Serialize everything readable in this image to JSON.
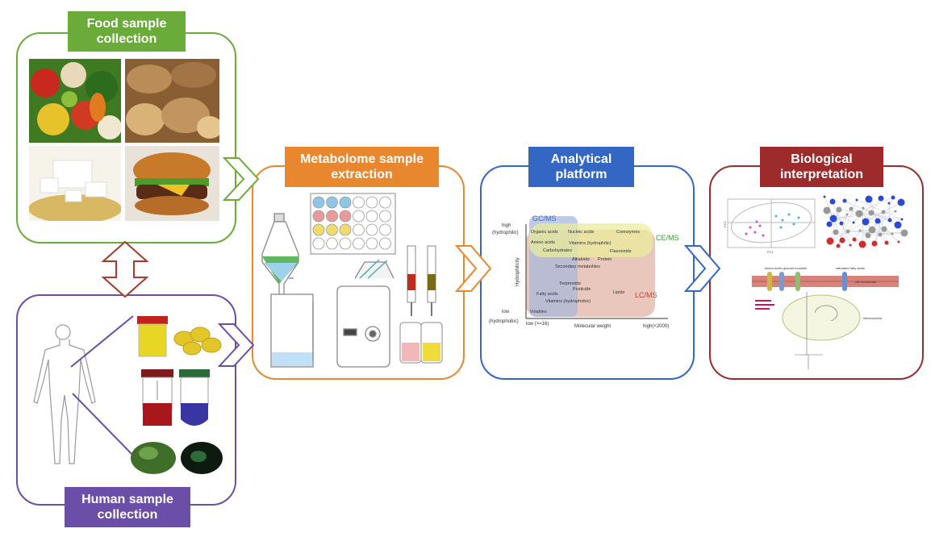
{
  "panels": {
    "food": {
      "title_line1": "Food sample",
      "title_line2": "collection",
      "color": "#6aab3a"
    },
    "human": {
      "title_line1": "Human sample",
      "title_line2": "collection",
      "color": "#6a4ea8"
    },
    "extraction": {
      "title_line1": "Metabolome sample",
      "title_line2": "extraction",
      "color": "#e9872f"
    },
    "analytical": {
      "title_line1": "Analytical",
      "title_line2": "platform",
      "color": "#3467c4"
    },
    "biological": {
      "title_line1": "Biological",
      "title_line2": "interpretation",
      "color": "#9e2b2b"
    }
  },
  "plot": {
    "y_high": "high",
    "y_high_sub": "(hydrophilic)",
    "y_low": "low",
    "y_low_sub": "(hydrophobic)",
    "y_axis": "Hydrophilicity",
    "x_axis": "Molecular weight",
    "x_low": "low (>=16)",
    "x_high": "high(<2000)",
    "gcms": "GC/MS",
    "cems": "CE/MS",
    "lcms": "LC/MS",
    "labels": {
      "organic_acids": "Organic acids",
      "nucleic_acids": "Nucleic acids",
      "coenzymes": "Coenzymes",
      "amino_acids": "Amino acids",
      "vitamins_hydrophilic": "Vitamins (hydrophilic)",
      "carbohydrates": "Carbohydrates",
      "flavonoids": "Flavonoids",
      "alkaloids": "Alkaloids",
      "protein": "Protein",
      "secondary_metabolites": "Secondary metabolites",
      "terpenoids": "Terpenoids",
      "pesticide": "Pesticide",
      "fatty_acids": "Fatty acids",
      "lipids": "Lipids",
      "vitamins_hydrophobic": "Vitamins (hydrophobic)",
      "volatiles": "Volatiles"
    }
  },
  "bio": {
    "pca_y": "PC2",
    "pca_x": "PC1",
    "membrane_left": "amino acids  glucose  inositols",
    "membrane_right": "saturated fatty acids",
    "cell_membrane": "cell membrane",
    "mitochondria": "mitochondria"
  }
}
